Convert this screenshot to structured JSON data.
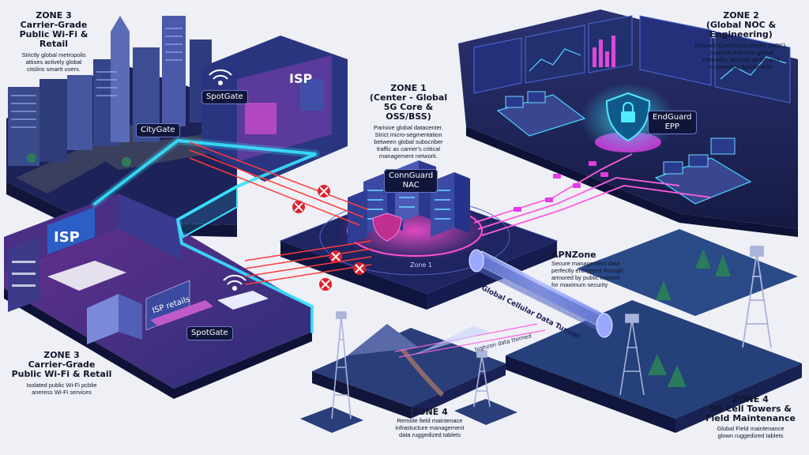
{
  "zones": {
    "zone3_top": {
      "title_line1": "ZONE 3",
      "title_line2": "Carrier-Grade",
      "title_line3": "Public Wi-Fi & Retail",
      "desc_line1": "Strictly global metropolis",
      "desc_line2": "attises actively global",
      "desc_line3": "citslins smartt users."
    },
    "zone2": {
      "title_line1": "ZONE 2",
      "title_line2": "(Global NOC & Engineering)",
      "desc_line1": "Network Operations Center (NOC),",
      "desc_line2": "massive real-time global",
      "desc_line3": "networks, security alerts, and",
      "desc_line4": "engineering dashboards."
    },
    "zone1": {
      "title_line1": "ZONE 1",
      "title_line2": "(Center - Global",
      "title_line3": "5G Core & OSS/BSS)",
      "desc_line1": "Parisive global datacenter.",
      "desc_line2": "Strict micro-segmentation",
      "desc_line3": "between global subscriber",
      "desc_line4": "traffic as carrier's critical",
      "desc_line5": "management network."
    },
    "apnzone": {
      "title": "APNZone",
      "desc_line1": "Secure management data",
      "desc_line2": "perfectly encrypted through",
      "desc_line3": "armored by public internet",
      "desc_line4": "for maximum security"
    },
    "zone3_bottom": {
      "title_line1": "ZONE 3",
      "title_line2": "Carrier-Grade",
      "title_line3": "Public Wi-Fi & Retail",
      "desc_line1": "Isolated public Wi-Fi pcblie",
      "desc_line2": "aneress Wi-Fi services"
    },
    "zone4_center": {
      "title": "ZONE 4",
      "desc_line1": "Remote field maintenace",
      "desc_line2": "infrastucture management",
      "desc_line3": "data ruggedized tablets"
    },
    "zone4_right": {
      "title_line1": "ZONE 4",
      "title_line2": "5G Cell Towers &",
      "title_line3": "Field Maintenance",
      "desc_line1": "Global Field maintenance",
      "desc_line2": "glown ruggedized tablets"
    }
  },
  "labels": {
    "spotgate_top": "SpotGate",
    "citygate": "CityGate",
    "connguard_line1": "ConnGuard",
    "connguard_line2": "NAC",
    "endguard_line1": "EndGuard",
    "endguard_line2": "EPP",
    "spotgate_bottom": "SpotGate",
    "zone1_platform": "Zone 1",
    "tunnel": "Global Cellular Data Tunnel",
    "highway": "highzon data tterned",
    "isp_top": "ISP",
    "isp_left": "ISP",
    "isp_retails": "ISP retails"
  },
  "colors": {
    "floor_dark": "#1c2152",
    "floor_edge": "#2a3170",
    "neon_cyan": "#38e2ff",
    "neon_magenta": "#e23ce6",
    "blocked_red": "#e0202e",
    "traffic_red": "#ff3b3b",
    "traffic_pink": "#ff5fe0"
  },
  "icons": [
    "blocked-x-icon",
    "wifi-icon",
    "shield-lock-icon",
    "cell-tower-icon",
    "server-rack-icon",
    "building-icon"
  ]
}
